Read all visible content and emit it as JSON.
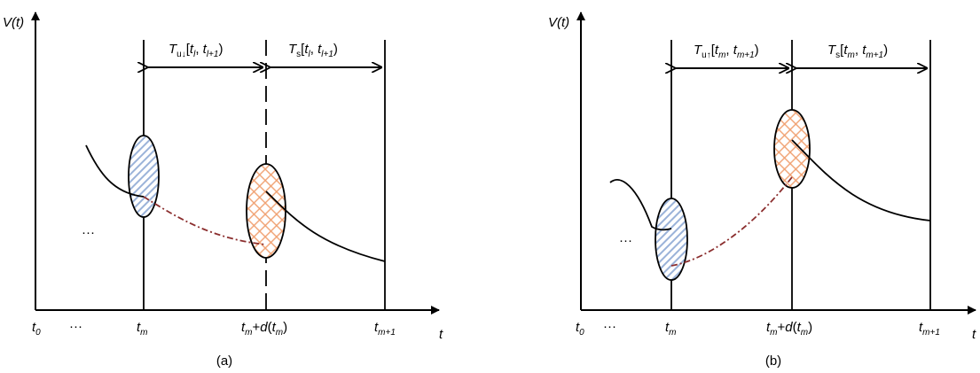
{
  "colors": {
    "axis": "#000000",
    "curve": "#000000",
    "dash_dot": "#8b2e2e",
    "hatch_blue": "#9bb3d9",
    "hatch_orange": "#f0a070"
  },
  "panel_a": {
    "y_axis_label": "V(t)",
    "x_axis_label": "t",
    "ellipsis_plot": "···",
    "ellipsis_axis": "···",
    "tick_t0": "t0",
    "tick_tm": "tm",
    "tick_tm_d": "tm+d(tm)",
    "tick_tm1": "tm+1",
    "interval_left": "Tu↓[tl, tl+1)",
    "interval_right": "Ts[tl, tl+1)",
    "caption": "(a)"
  },
  "panel_b": {
    "y_axis_label": "V(t)",
    "x_axis_label": "t",
    "ellipsis_plot": "···",
    "ellipsis_axis": "···",
    "tick_t0": "t0",
    "tick_tm": "tm",
    "tick_tm_d": "tm+d(tm)",
    "tick_tm1": "tm+1",
    "interval_left": "Tu↑[tm, tm+1)",
    "interval_right": "Ts[tm, tm+1)",
    "caption": "(b)"
  }
}
